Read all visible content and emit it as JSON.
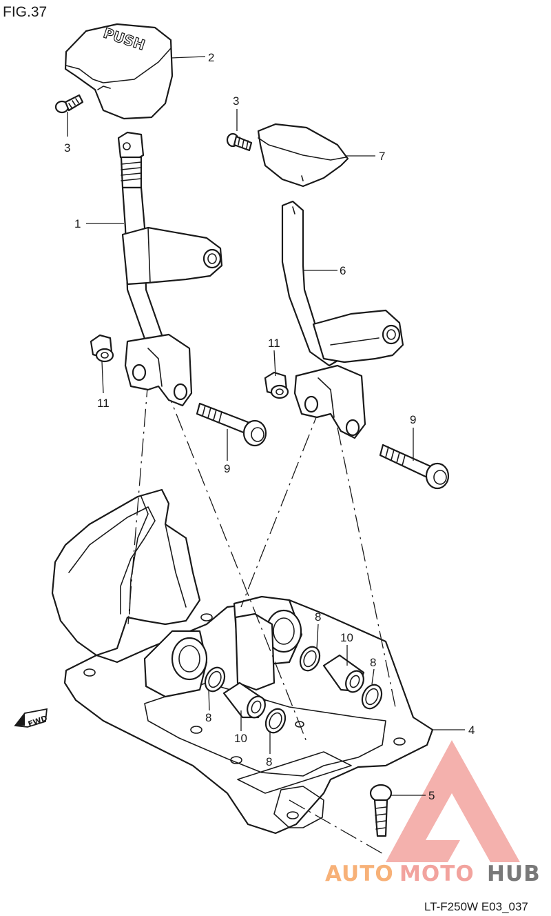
{
  "figure": {
    "title": "FIG.37",
    "code": "LT-F250W E03_037"
  },
  "fwd_label": "FWD",
  "knob_text": "PUSH",
  "callouts": [
    {
      "id": "1",
      "label": "1"
    },
    {
      "id": "2",
      "label": "2"
    },
    {
      "id": "3a",
      "label": "3"
    },
    {
      "id": "3b",
      "label": "3"
    },
    {
      "id": "4",
      "label": "4"
    },
    {
      "id": "5",
      "label": "5"
    },
    {
      "id": "6",
      "label": "6"
    },
    {
      "id": "7",
      "label": "7"
    },
    {
      "id": "8a",
      "label": "8"
    },
    {
      "id": "8b",
      "label": "8"
    },
    {
      "id": "8c",
      "label": "8"
    },
    {
      "id": "8d",
      "label": "8"
    },
    {
      "id": "9a",
      "label": "9"
    },
    {
      "id": "9b",
      "label": "9"
    },
    {
      "id": "10a",
      "label": "10"
    },
    {
      "id": "10b",
      "label": "10"
    },
    {
      "id": "11a",
      "label": "11"
    },
    {
      "id": "11b",
      "label": "11"
    }
  ],
  "watermark": {
    "part1": "AUTO",
    "part2": "MOTO",
    "part3": "HUB",
    "color_orange": "#f7a96a",
    "color_red": "#f19a94",
    "color_grey": "#6b6b6b"
  }
}
